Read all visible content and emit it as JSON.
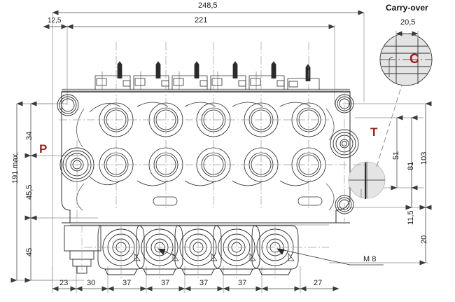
{
  "drawing": {
    "type": "engineering-dimension-drawing",
    "subject": "5-section hydraulic directional control valve",
    "colors": {
      "line": "#2b2b2b",
      "thin_line": "#808080",
      "dim_line": "#555555",
      "port_label": "#9e1f22",
      "detail_fill": "#e3e3e3",
      "background": "#ffffff"
    }
  },
  "detail_callout": {
    "title": "Carry-over",
    "label": "C",
    "width_dim": "20,5"
  },
  "ports": {
    "pressure": "P",
    "tank": "T",
    "carry_over": "C"
  },
  "notes": {
    "thread": "M 8"
  },
  "dimensions": {
    "top": [
      {
        "value": "248,5",
        "name": "overall-length"
      },
      {
        "value": "221",
        "name": "body-length"
      },
      {
        "value": "12,5",
        "name": "left-offset"
      }
    ],
    "left": [
      {
        "value": "191 max.",
        "name": "overall-height-max"
      },
      {
        "value": "34",
        "name": "top-to-p-centre"
      },
      {
        "value": "45,5",
        "name": "p-centre-to-base"
      },
      {
        "value": "45",
        "name": "base-to-bottom"
      }
    ],
    "right": [
      {
        "value": "103",
        "name": "overall-depth"
      },
      {
        "value": "81",
        "name": "t-centre-to-bottom"
      },
      {
        "value": "51",
        "name": "t-centre-to-detail"
      },
      {
        "value": "11,5",
        "name": "detail-to-base"
      },
      {
        "value": "20",
        "name": "base-to-bottom-right"
      }
    ],
    "bottom": [
      {
        "value": "23",
        "name": "inlet-section-width"
      },
      {
        "value": "30",
        "name": "section-1-width"
      },
      {
        "value": "37",
        "name": "section-2-width"
      },
      {
        "value": "37",
        "name": "section-3-width"
      },
      {
        "value": "37",
        "name": "section-4-width"
      },
      {
        "value": "37",
        "name": "section-5-width"
      },
      {
        "value": "27",
        "name": "outlet-section-width"
      }
    ]
  },
  "chart_data": {
    "type": "table",
    "title": "Valve dimension schedule (mm)",
    "categories": [
      "248,5",
      "221",
      "12,5",
      "191 max.",
      "34",
      "45,5",
      "45",
      "103",
      "81",
      "51",
      "11,5",
      "20",
      "23",
      "30",
      "37",
      "37",
      "37",
      "37",
      "27",
      "20,5"
    ],
    "values": [
      248.5,
      221,
      12.5,
      191,
      34,
      45.5,
      45,
      103,
      81,
      51,
      11.5,
      20,
      23,
      30,
      37,
      37,
      37,
      37,
      27,
      20.5
    ]
  }
}
